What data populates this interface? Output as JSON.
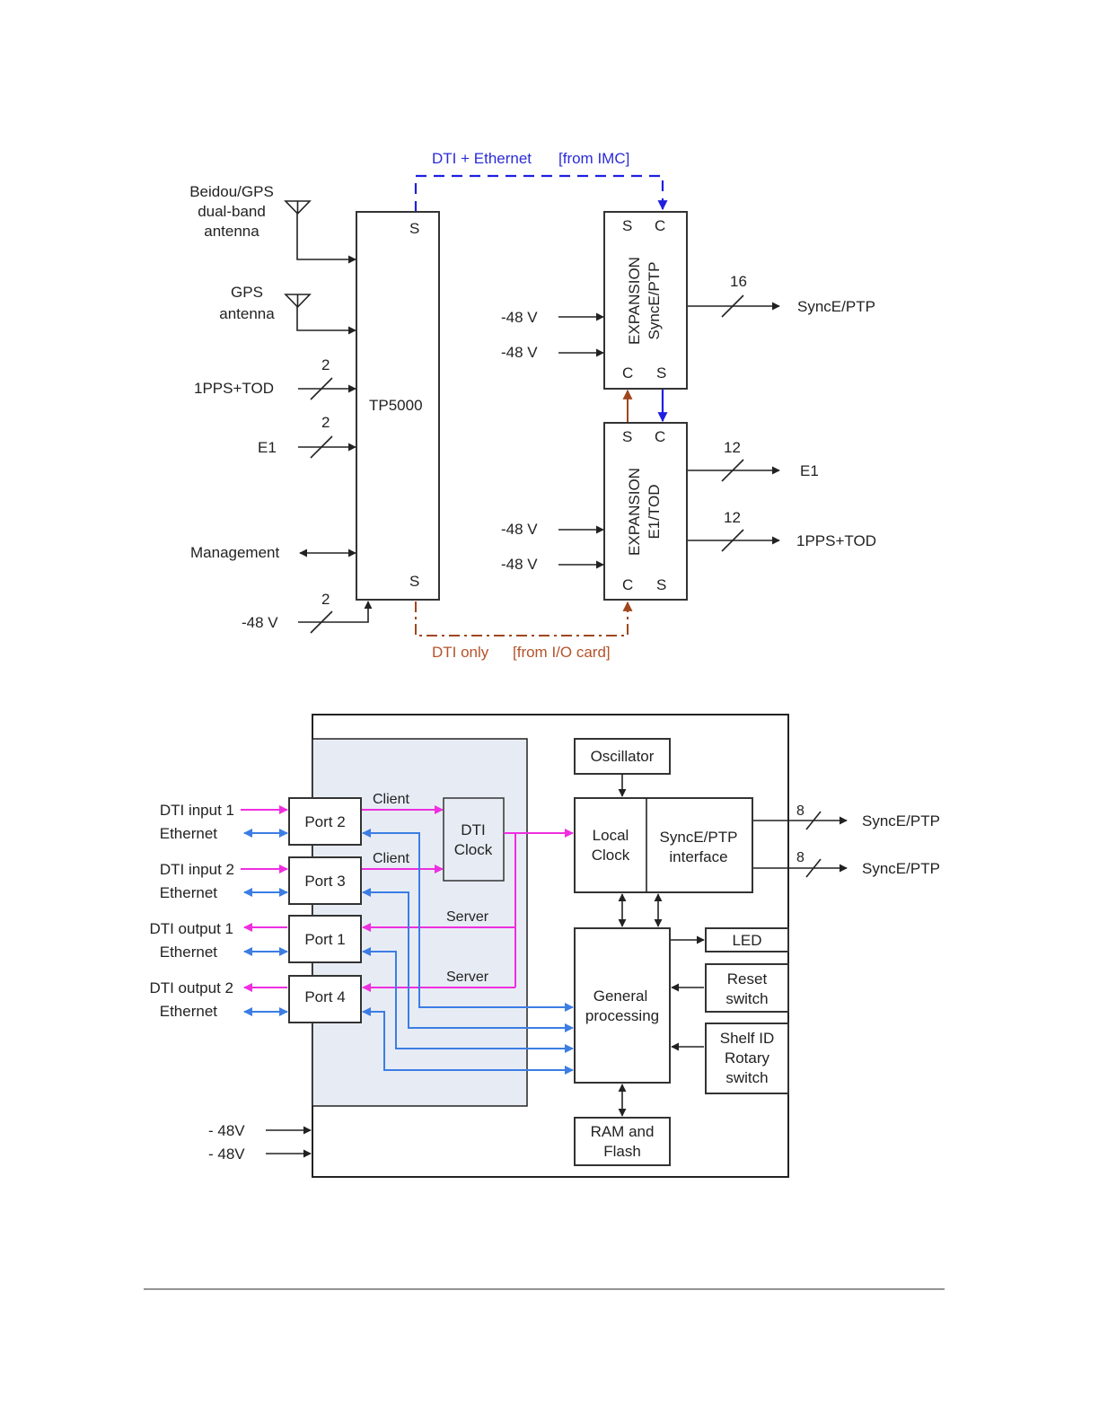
{
  "colors": {
    "dti_ethernet": "#1f1fe0",
    "dti_only": "#a0461e",
    "dti_signal": "#ee2ee0",
    "ethernet_signal": "#3c7de4",
    "panel_fill": "#e7ecf4"
  },
  "diagram1": {
    "dti_ethernet_label": "DTI + Ethernet",
    "from_imc_label": "[from IMC]",
    "dti_only_label": "DTI only",
    "from_io_card_label": "[from I/O card]",
    "beidou_antenna": [
      "Beidou/GPS",
      "dual-band",
      "antenna"
    ],
    "gps_antenna": [
      "GPS",
      "antenna"
    ],
    "pps_tod_input": "1PPS+TOD",
    "e1_input": "E1",
    "management": "Management",
    "power_input": "-48 V",
    "count_2": "2",
    "tp5000": "TP5000",
    "s": "S",
    "c": "C",
    "expansion_ptp": [
      "EXPANSION",
      "SyncE/PTP"
    ],
    "expansion_e1": [
      "EXPANSION",
      "E1/TOD"
    ],
    "power_48v": "-48 V",
    "count_16": "16",
    "count_12": "12",
    "synce_ptp_output": "SyncE/PTP",
    "e1_output": "E1",
    "pps_tod_output": "1PPS+TOD"
  },
  "diagram2": {
    "oscillator": "Oscillator",
    "client": "Client",
    "server": "Server",
    "dti_clock": [
      "DTI",
      "Clock"
    ],
    "local_clock": [
      "Local",
      "Clock"
    ],
    "synce_interface": [
      "SyncE/PTP",
      "interface"
    ],
    "ports": [
      "Port 2",
      "Port 3",
      "Port 1",
      "Port 4"
    ],
    "dti_input_1": "DTI input 1",
    "dti_input_2": "DTI input 2",
    "dti_output_1": "DTI output 1",
    "dti_output_2": "DTI output 2",
    "ethernet": "Ethernet",
    "general_processing": [
      "General",
      "processing"
    ],
    "led": "LED",
    "reset_switch": [
      "Reset",
      "switch"
    ],
    "shelf_id_switch": [
      "Shelf ID",
      "Rotary",
      "switch"
    ],
    "ram_flash": [
      "RAM and",
      "Flash"
    ],
    "power": "- 48V",
    "count_8": "8",
    "synce_ptp_output": "SyncE/PTP"
  }
}
